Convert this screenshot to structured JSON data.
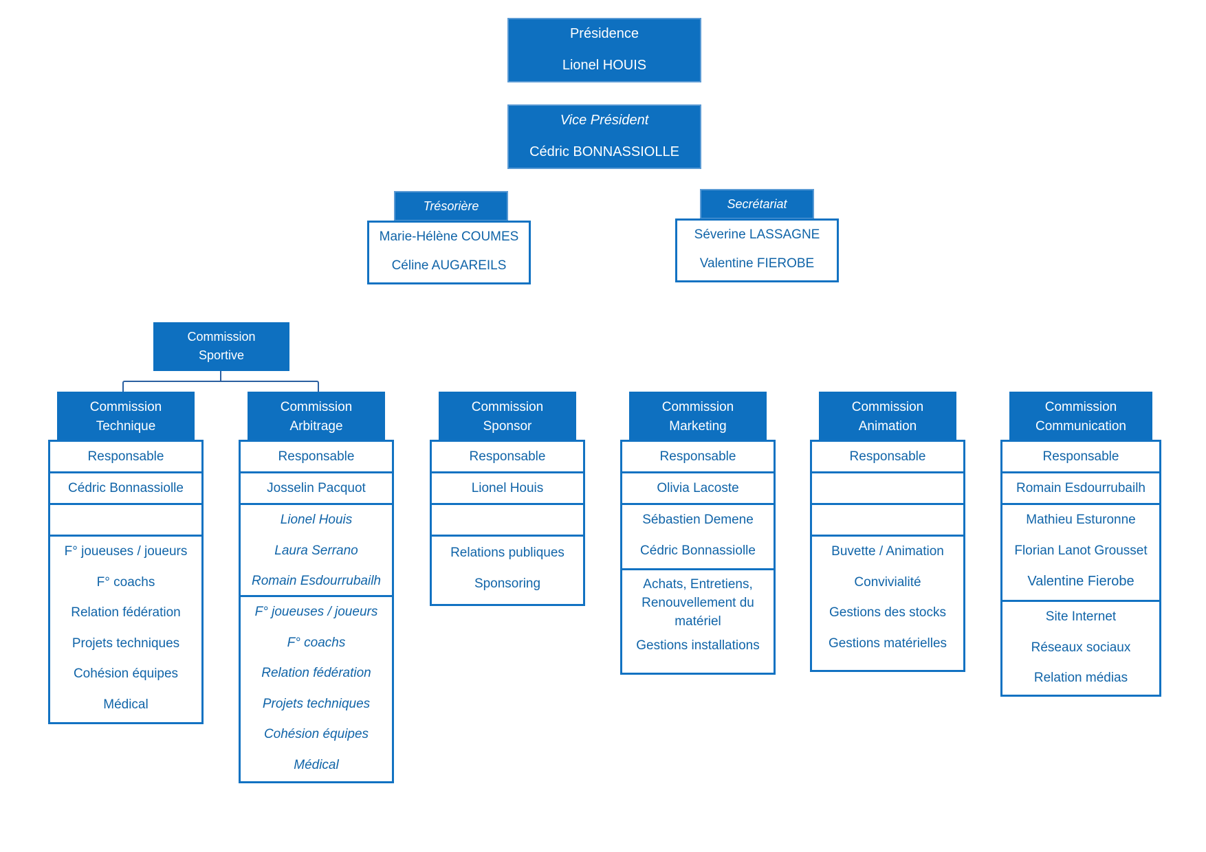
{
  "presidence": {
    "title": "Présidence",
    "name": "Lionel HOUIS"
  },
  "vice": {
    "title": "Vice Président",
    "name": "Cédric BONNASSIOLLE"
  },
  "tresoriere": {
    "title": "Trésorière",
    "names": [
      "Marie-Hélène COUMES",
      "Céline AUGAREILS"
    ]
  },
  "secretariat": {
    "title": "Secrétariat",
    "names": [
      "Séverine LASSAGNE",
      "Valentine FIEROBE"
    ]
  },
  "sportive": {
    "title_line1": "Commission",
    "title_line2": "Sportive"
  },
  "commissions": [
    {
      "title_line1": "Commission",
      "title_line2": "Technique",
      "responsable_label": "Responsable",
      "responsable": "Cédric Bonnassiolle",
      "members": [],
      "tasks": [
        "F° joueuses / joueurs",
        "F° coachs",
        "Relation fédération",
        "Projets techniques",
        "Cohésion équipes",
        "Médical"
      ]
    },
    {
      "title_line1": "Commission",
      "title_line2": "Arbitrage",
      "responsable_label": "Responsable",
      "responsable": "Josselin Pacquot",
      "members": [
        "Lionel Houis",
        "Laura Serrano",
        "Romain Esdourrubailh"
      ],
      "tasks": [
        "F° joueuses / joueurs",
        "F° coachs",
        "Relation fédération",
        "Projets techniques",
        "Cohésion équipes",
        "Médical"
      ]
    },
    {
      "title_line1": "Commission",
      "title_line2": "Sponsor",
      "responsable_label": "Responsable",
      "responsable": "Lionel Houis",
      "members": [],
      "tasks": [
        "Relations publiques",
        "Sponsoring"
      ]
    },
    {
      "title_line1": "Commission",
      "title_line2": "Marketing",
      "responsable_label": "Responsable",
      "responsable": "Olivia Lacoste",
      "members": [
        "Sébastien Demene",
        "Cédric Bonnassiolle"
      ],
      "tasks_multiline": [
        "Achats, Entretiens,",
        "Renouvellement du",
        "matériel"
      ],
      "tasks": [
        "Gestions installations"
      ]
    },
    {
      "title_line1": "Commission",
      "title_line2": "Animation",
      "responsable_label": "Responsable",
      "responsable": "",
      "members": [],
      "tasks": [
        "Buvette / Animation",
        "Convivialité",
        "Gestions des stocks",
        "Gestions matérielles"
      ]
    },
    {
      "title_line1": "Commission",
      "title_line2": "Communication",
      "responsable_label": "Responsable",
      "responsable": "Romain Esdourrubailh",
      "members": [
        "Mathieu Esturonne",
        "Florian Lanot Grousset",
        "Valentine Fierobe"
      ],
      "tasks": [
        "Site Internet",
        "Réseaux sociaux",
        "Relation médias"
      ]
    }
  ]
}
